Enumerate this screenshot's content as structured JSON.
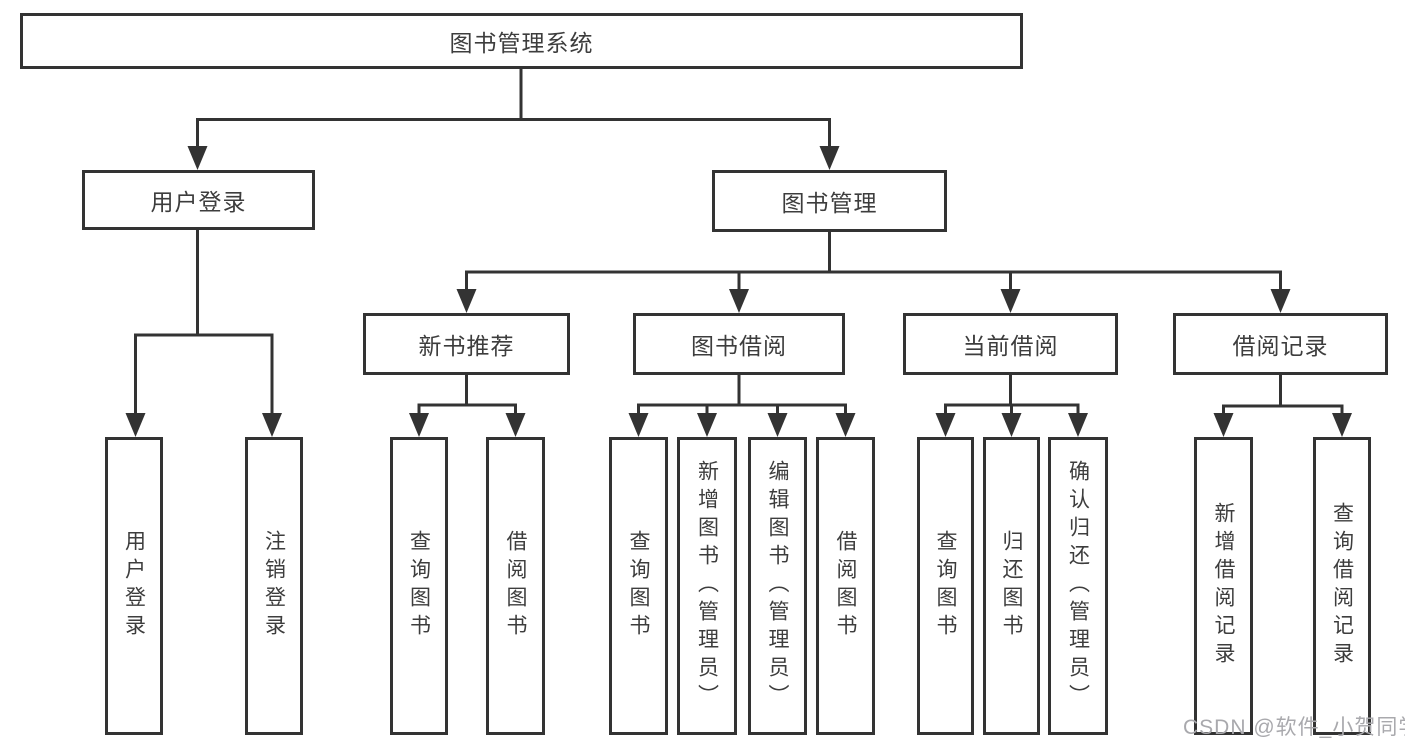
{
  "tree": {
    "root": {
      "label": "图书管理系统"
    },
    "branches": [
      {
        "label": "用户登录",
        "leaves": [
          "用户登录",
          "注销登录"
        ]
      },
      {
        "label": "图书管理",
        "groups": [
          {
            "label": "新书推荐",
            "leaves": [
              "查询图书",
              "借阅图书"
            ]
          },
          {
            "label": "图书借阅",
            "leaves": [
              "查询图书",
              "新增图书（管理员）",
              "编辑图书（管理员）",
              "借阅图书"
            ]
          },
          {
            "label": "当前借阅",
            "leaves": [
              "查询图书",
              "归还图书",
              "确认归还（管理员）"
            ]
          },
          {
            "label": "借阅记录",
            "leaves": [
              "新增借阅记录",
              "查询借阅记录"
            ]
          }
        ]
      }
    ]
  },
  "watermark": "CSDN @软件_小贺同学",
  "colors": {
    "line": "#333333",
    "node_border": "#333333",
    "node_background": "#ffffff",
    "text": "#3d3d3d",
    "watermark_text": "#a9a9ad",
    "page_background": "#ffffff"
  }
}
